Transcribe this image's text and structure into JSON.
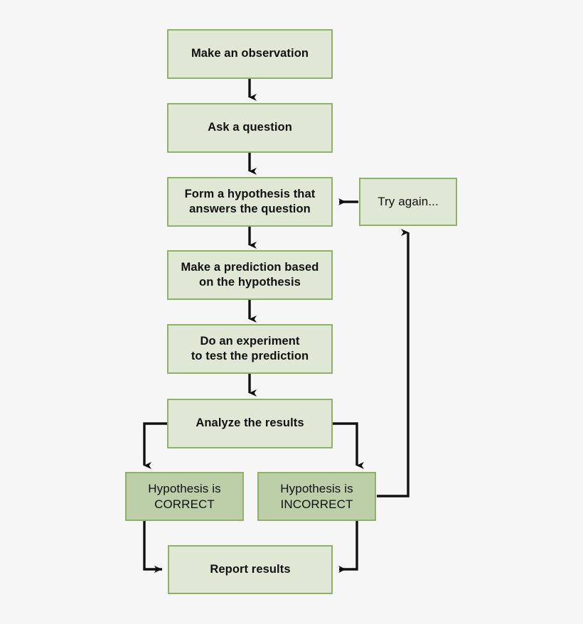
{
  "diagram": {
    "title": "Scientific method flowchart",
    "background_color": "#f6f6f6",
    "box_fill_color": "#dfe7d5",
    "box_fill_color_shaded": "#bccfa8",
    "box_border_color": "#8fb069",
    "arrow_color": "#111111",
    "nodes": [
      {
        "id": "observation",
        "label": "Make an observation"
      },
      {
        "id": "question",
        "label": "Ask a question"
      },
      {
        "id": "hypothesis",
        "label": "Form a hypothesis that\nanswers the question"
      },
      {
        "id": "prediction",
        "label": "Make a prediction based\non the hypothesis"
      },
      {
        "id": "experiment",
        "label": "Do an experiment\nto test the prediction"
      },
      {
        "id": "analyze",
        "label": "Analyze the results"
      },
      {
        "id": "correct",
        "label": "Hypothesis is\nCORRECT"
      },
      {
        "id": "incorrect",
        "label": "Hypothesis is\nINCORRECT"
      },
      {
        "id": "report",
        "label": "Report results"
      },
      {
        "id": "tryagain",
        "label": "Try again..."
      }
    ],
    "edges": [
      {
        "from": "observation",
        "to": "question"
      },
      {
        "from": "question",
        "to": "hypothesis"
      },
      {
        "from": "hypothesis",
        "to": "prediction"
      },
      {
        "from": "prediction",
        "to": "experiment"
      },
      {
        "from": "experiment",
        "to": "analyze"
      },
      {
        "from": "analyze",
        "to": "correct"
      },
      {
        "from": "analyze",
        "to": "incorrect"
      },
      {
        "from": "correct",
        "to": "report"
      },
      {
        "from": "incorrect",
        "to": "report"
      },
      {
        "from": "incorrect",
        "to": "tryagain"
      },
      {
        "from": "tryagain",
        "to": "hypothesis"
      }
    ]
  }
}
